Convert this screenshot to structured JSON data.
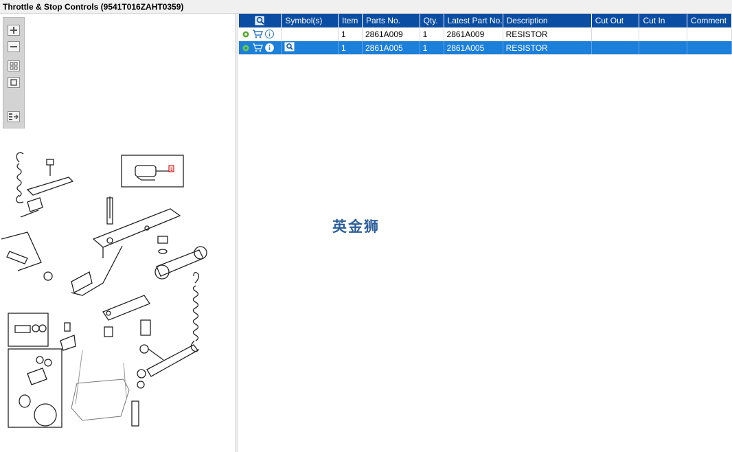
{
  "window": {
    "title": "Throttle & Stop Controls (9541T016ZAHT0359)"
  },
  "viewer": {
    "toolbar": [
      {
        "name": "zoom-in",
        "icon": "plus-icon"
      },
      {
        "name": "zoom-out",
        "icon": "minus-icon"
      },
      {
        "name": "fit-all",
        "icon": "grid-icon"
      },
      {
        "name": "actual-size",
        "icon": "square-icon"
      },
      {
        "name": "export",
        "icon": "list-arrow-icon"
      }
    ],
    "callout_label": "1"
  },
  "table": {
    "headers": [
      "Symbol(s)",
      "Item",
      "Parts No.",
      "Qty.",
      "Latest Part No.",
      "Description",
      "Cut Out",
      "Cut In",
      "Comment"
    ],
    "header_icon": "search-icon",
    "rows": [
      {
        "symbols": "",
        "item": "1",
        "parts_no": "2861A009",
        "qty": "1",
        "latest_part_no": "2861A009",
        "description": "RESISTOR",
        "cut_out": "",
        "cut_in": "",
        "comment": "",
        "selected": false
      },
      {
        "symbols": "book-search-icon",
        "item": "1",
        "parts_no": "2861A005",
        "qty": "1",
        "latest_part_no": "2861A005",
        "description": "RESISTOR",
        "cut_out": "",
        "cut_in": "",
        "comment": "",
        "selected": true
      }
    ]
  },
  "watermark": "英金狮",
  "colors": {
    "header": "#0b4da2",
    "selected_row": "#1c7fd9",
    "watermark": "#2d5f9a"
  }
}
